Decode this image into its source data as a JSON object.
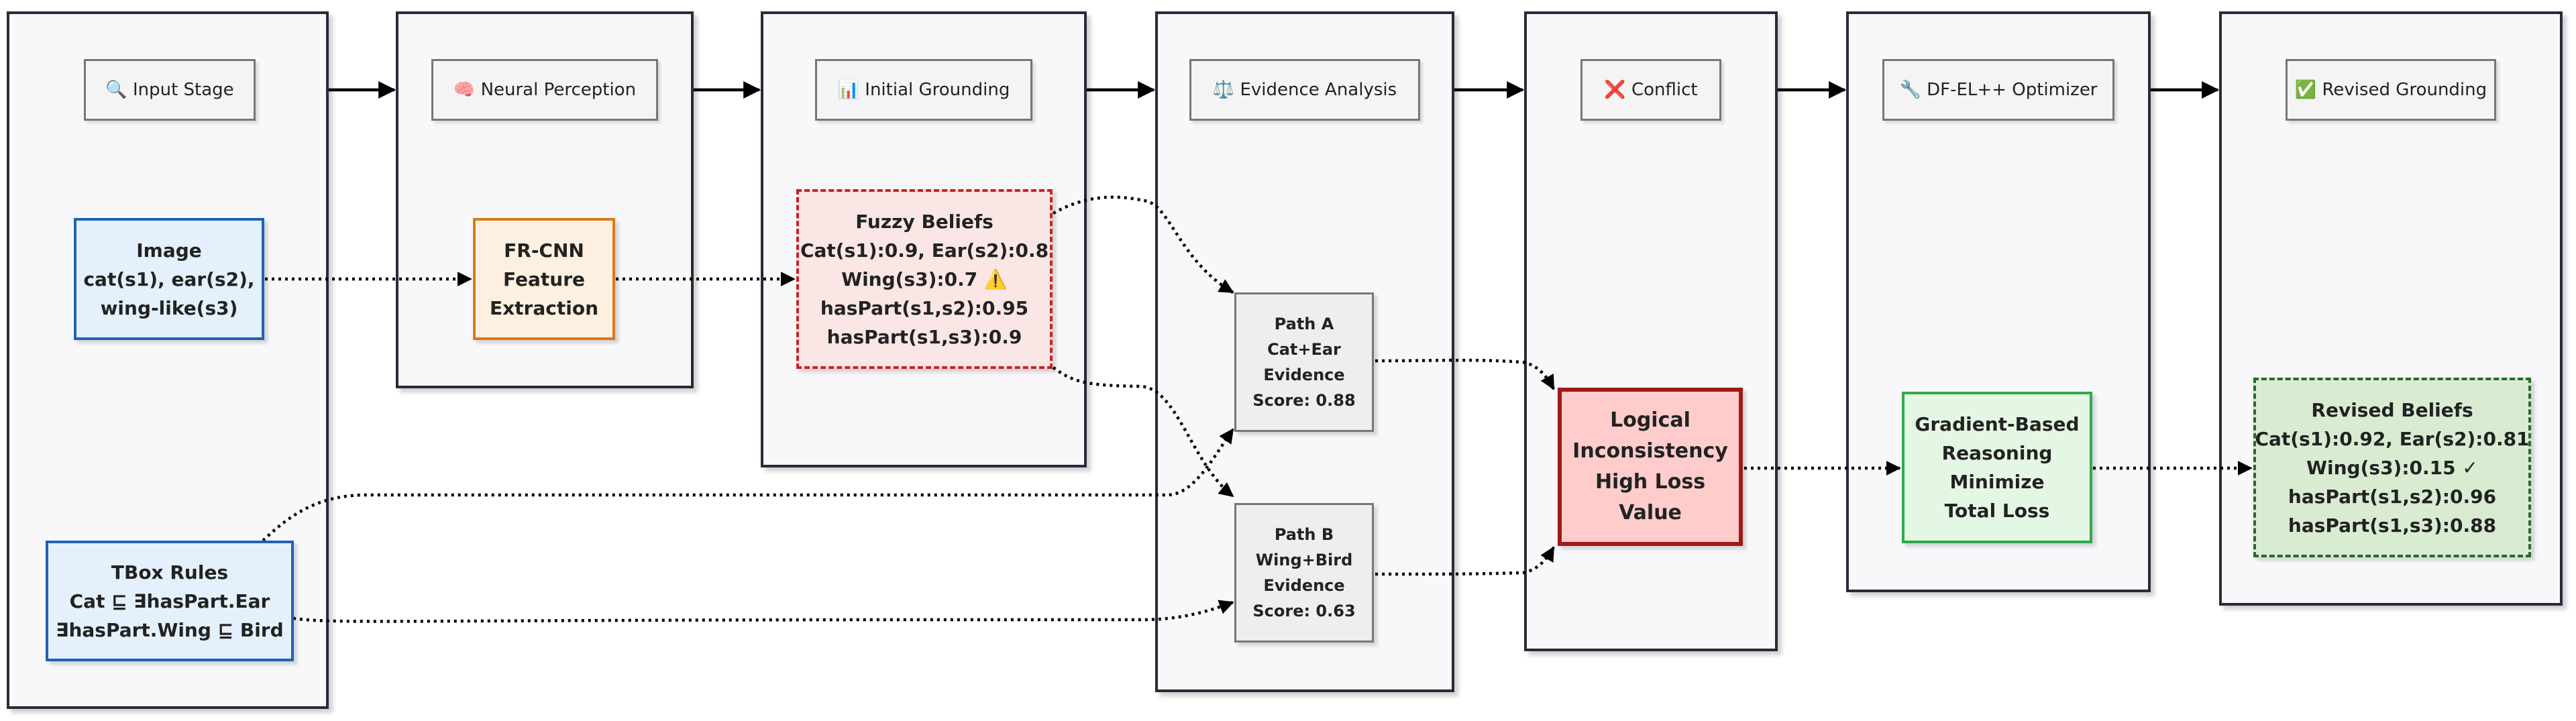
{
  "stages": [
    {
      "id": "input",
      "icon": "🔍",
      "label": "Input Stage"
    },
    {
      "id": "neural",
      "icon": "🧠",
      "label": "Neural Perception"
    },
    {
      "id": "initial",
      "icon": "📊",
      "label": "Initial Grounding"
    },
    {
      "id": "evidence",
      "icon": "⚖️",
      "label": "Evidence Analysis"
    },
    {
      "id": "conflict",
      "icon": "❌",
      "label": "Conflict"
    },
    {
      "id": "optimizer",
      "icon": "🔧",
      "label": "DF-EL++ Optimizer"
    },
    {
      "id": "revised",
      "icon": "✅",
      "label": "Revised Grounding"
    }
  ],
  "nodes": {
    "image": {
      "lines": [
        "Image",
        "cat(s1), ear(s2),",
        "wing-like(s3)"
      ]
    },
    "tbox": {
      "lines": [
        "TBox Rules",
        "Cat ⊑ ∃hasPart.Ear",
        "∃hasPart.Wing ⊑ Bird"
      ]
    },
    "frcnn": {
      "lines": [
        "FR-CNN",
        "Feature",
        "Extraction"
      ]
    },
    "fuzzy": {
      "lines": [
        "Fuzzy Beliefs",
        "Cat(s1):0.9, Ear(s2):0.8",
        "Wing(s3):0.7 ⚠️",
        "hasPart(s1,s2):0.95",
        "hasPart(s1,s3):0.9"
      ]
    },
    "path_a": {
      "lines": [
        "Path A",
        "Cat+Ear",
        "Evidence",
        "Score: 0.88"
      ]
    },
    "path_b": {
      "lines": [
        "Path B",
        "Wing+Bird",
        "Evidence",
        "Score: 0.63"
      ]
    },
    "logical": {
      "lines": [
        "Logical",
        "Inconsistency",
        "High Loss",
        "Value"
      ]
    },
    "gradient": {
      "lines": [
        "Gradient-Based",
        "Reasoning",
        "Minimize",
        "Total Loss"
      ]
    },
    "revised": {
      "lines": [
        "Revised Beliefs",
        "Cat(s1):0.92, Ear(s2):0.81",
        "Wing(s3):0.15 ✓",
        "hasPart(s1,s2):0.96",
        "hasPart(s1,s3):0.88"
      ]
    }
  }
}
